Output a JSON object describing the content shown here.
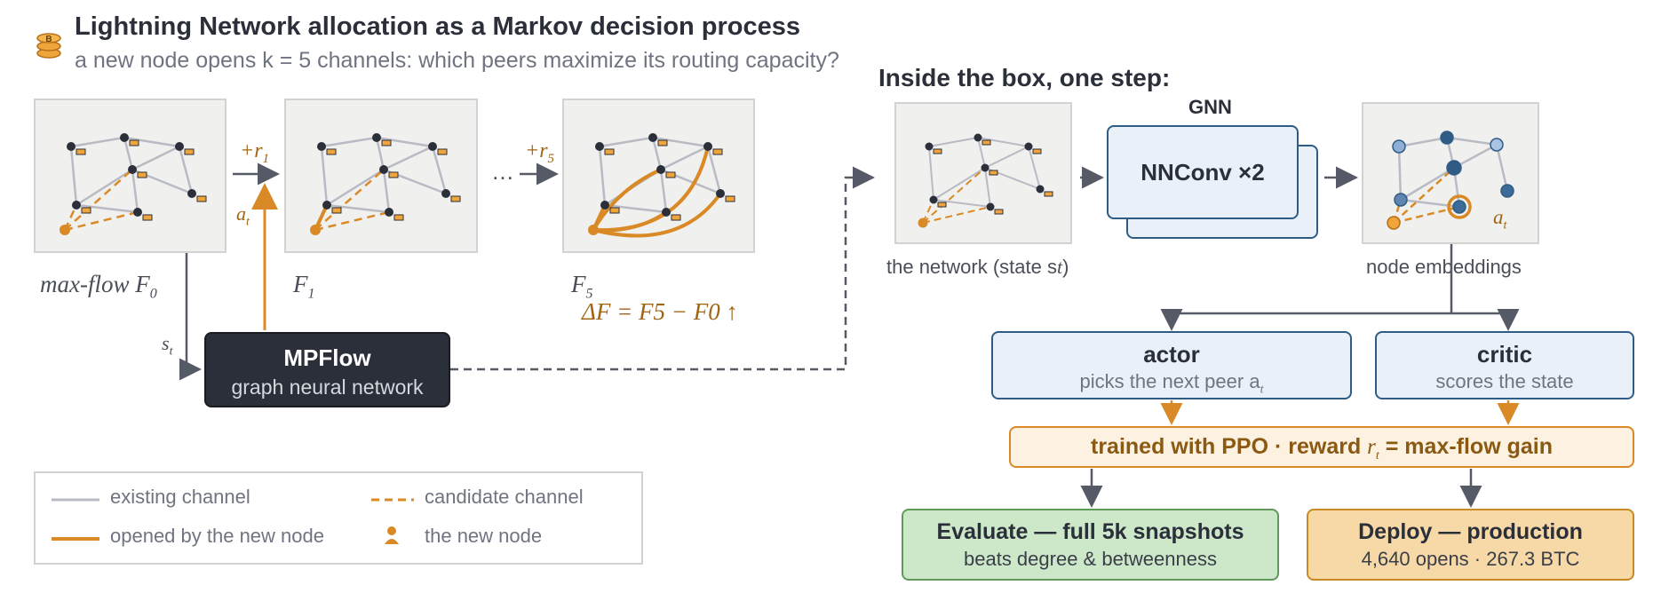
{
  "header": {
    "title": "Lightning Network allocation as a Markov decision process",
    "subtitle": "a new node opens k = 5 channels: which peers maximize its routing capacity?"
  },
  "left": {
    "f0": {
      "text": "max-flow ",
      "var": "F",
      "sub": "0"
    },
    "f1": {
      "var": "F",
      "sub": "1"
    },
    "f5": {
      "var": "F",
      "sub": "5"
    },
    "reward1": {
      "text": "+r",
      "sub": "1"
    },
    "reward5": {
      "text": "+r",
      "sub": "5"
    },
    "ellipsis": "…",
    "action": {
      "var": "a",
      "sub": "t"
    },
    "state": {
      "var": "s",
      "sub": "t"
    },
    "delta": "ΔF = F5 − F0 ↑",
    "mpflow": {
      "title": "MPFlow",
      "subtitle": "graph neural network"
    }
  },
  "inside": {
    "heading": "Inside the box, one step:",
    "gnn_label": "GNN",
    "nnconv": "NNConv ×2",
    "state_caption": "the network (state s",
    "state_caption_sub": "t",
    "state_caption_end": ")",
    "embed_caption": "node embeddings",
    "embed_action": "a",
    "embed_action_sub": "t",
    "actor": {
      "title": "actor",
      "subtitle": "picks the next peer a",
      "sub": "t"
    },
    "critic": {
      "title": "critic",
      "subtitle": "scores the state"
    },
    "ppo": {
      "pre": "trained with PPO · reward ",
      "var": "r",
      "sub": "t",
      "post": " = max-flow gain"
    },
    "evaluate": {
      "title": "Evaluate — full 5k snapshots",
      "subtitle": "beats degree & betweenness"
    },
    "deploy": {
      "title": "Deploy — production",
      "subtitle": "4,640 opens · 267.3 BTC"
    }
  },
  "legend": {
    "existing": "existing channel",
    "candidate": "candidate channel",
    "opened": "opened by the new node",
    "newnode": "the new node"
  },
  "colors": {
    "orange": "#d98a26",
    "dark": "#2b2f3a",
    "blue": "#2f5c84",
    "grey_edge": "#b8bbc4"
  }
}
